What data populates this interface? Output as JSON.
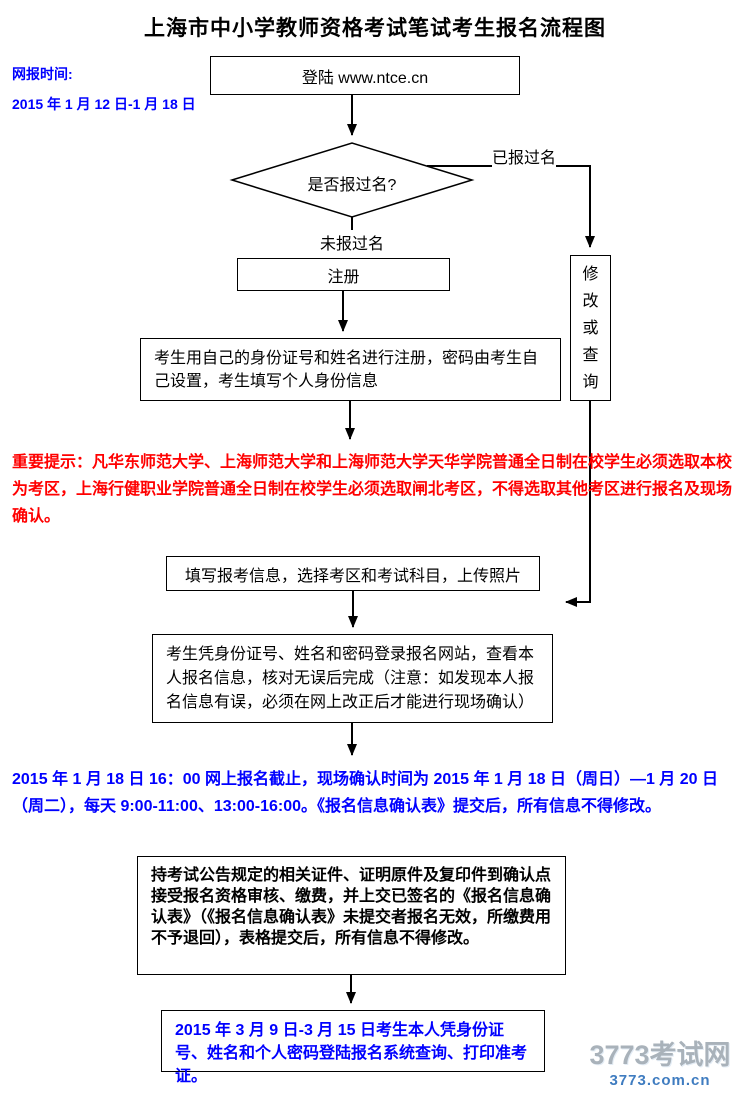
{
  "title": "上海市中小学教师资格考试笔试考生报名流程图",
  "schedule_note": {
    "label": "网报时间:",
    "dates": "2015 年 1 月 12 日-1 月 18 日"
  },
  "flowchart": {
    "login_box": "登陆 www.ntce.cn",
    "decision": "是否报过名?",
    "branch_registered": "已报过名",
    "branch_not_registered": "未报过名",
    "register_box": "注册",
    "modify_query_box": "修改或查询",
    "register_detail_box": "考生用自己的身份证号和姓名进行注册，密码由考生自己设置，考生填写个人身份信息",
    "fill_info_box": "填写报考信息，选择考区和考试科目，上传照片",
    "verify_box": "考生凭身份证号、姓名和密码登录报名网站，查看本人报名信息，核对无误后完成（注意：如发现本人报名信息有误，必须在网上改正后才能进行现场确认）",
    "onsite_confirm_box": "持考试公告规定的相关证件、证明原件及复印件到确认点接受报名资格审核、缴费，并上交已签名的《报名信息确认表》（《报名信息确认表》未提交者报名无效，所缴费用不予退回），表格提交后，所有信息不得修改。",
    "print_ticket_box": "2015 年 3 月 9 日-3 月 15 日考生本人凭身份证号、姓名和个人密码登陆报名系统查询、打印准考证。"
  },
  "notes": {
    "important": "重要提示：凡华东师范大学、上海师范大学和上海师范大学天华学院普通全日制在校学生必须选取本校为考区，上海行健职业学院普通全日制在校学生必须选取闸北考区，不得选取其他考区进行报名及现场确认。",
    "deadline": "2015 年 1 月 18 日 16：00 网上报名截止，现场确认时间为 2015 年 1 月 18 日（周日）—1 月 20 日（周二），每天 9:00-11:00、13:00-16:00。《报名信息确认表》提交后，所有信息不得修改。"
  },
  "watermark": {
    "site_name": "3773考试网",
    "site_url": "3773.com.cn"
  },
  "colors": {
    "link_blue": "#0000ff",
    "alert_red": "#ff0000",
    "box_border": "#000000",
    "watermark_gray": "#a9b2ba",
    "watermark_blue": "#3f7cc0"
  }
}
